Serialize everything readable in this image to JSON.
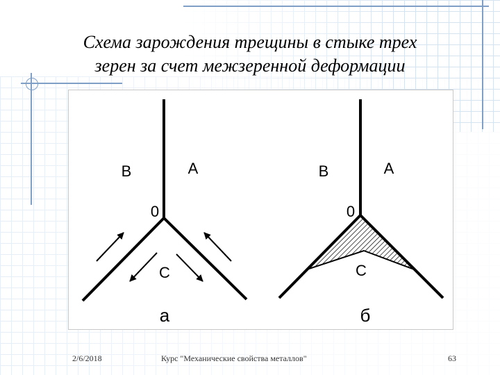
{
  "slide": {
    "title_line1": "Схема зарождения трещины в стыке трех",
    "title_line2": "зерен за счет межзеренной деформации"
  },
  "figure": {
    "panel_a": {
      "grain_b": "B",
      "grain_a": "A",
      "grain_c": "C",
      "point": "0",
      "caption": "а"
    },
    "panel_b": {
      "grain_b": "B",
      "grain_a": "A",
      "grain_c": "C",
      "point": "0",
      "caption": "б"
    }
  },
  "footer": {
    "date": "2/6/2018",
    "course": "Курс \"Механические свойства металлов\"",
    "page_number": "63"
  },
  "colors": {
    "accent": "#7f9fc7",
    "grid": "#d5e2f0",
    "ink": "#000000"
  }
}
